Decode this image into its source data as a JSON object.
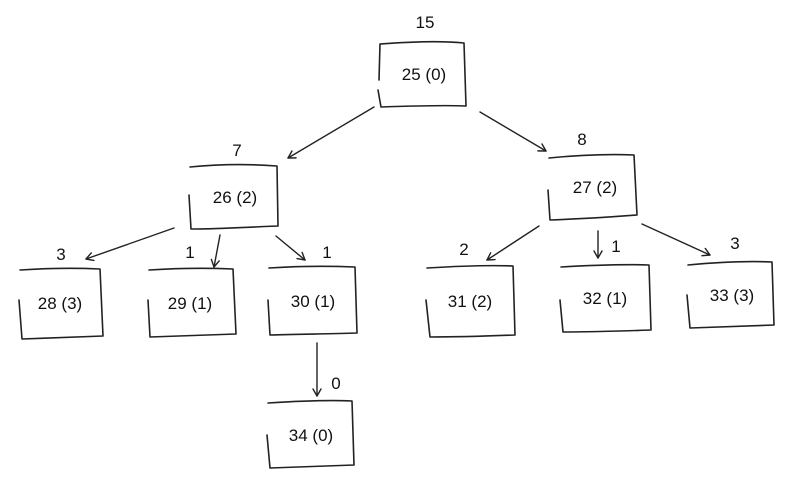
{
  "diagram": {
    "nodes": [
      {
        "id": "n25",
        "label": "25 (0)",
        "weight": "15"
      },
      {
        "id": "n26",
        "label": "26 (2)",
        "weight": "7"
      },
      {
        "id": "n27",
        "label": "27 (2)",
        "weight": "8"
      },
      {
        "id": "n28",
        "label": "28 (3)",
        "weight": "3"
      },
      {
        "id": "n29",
        "label": "29 (1)",
        "weight": "1"
      },
      {
        "id": "n30",
        "label": "30 (1)",
        "weight": "1"
      },
      {
        "id": "n31",
        "label": "31 (2)",
        "weight": "2"
      },
      {
        "id": "n32",
        "label": "32 (1)",
        "weight": "1"
      },
      {
        "id": "n33",
        "label": "33 (3)",
        "weight": "3"
      },
      {
        "id": "n34",
        "label": "34 (0)",
        "weight": "0"
      }
    ],
    "edges": [
      {
        "from": "n25",
        "to": "n26"
      },
      {
        "from": "n25",
        "to": "n27"
      },
      {
        "from": "n26",
        "to": "n28"
      },
      {
        "from": "n26",
        "to": "n29"
      },
      {
        "from": "n26",
        "to": "n30"
      },
      {
        "from": "n27",
        "to": "n31"
      },
      {
        "from": "n27",
        "to": "n32"
      },
      {
        "from": "n27",
        "to": "n33"
      },
      {
        "from": "n30",
        "to": "n34"
      }
    ]
  }
}
